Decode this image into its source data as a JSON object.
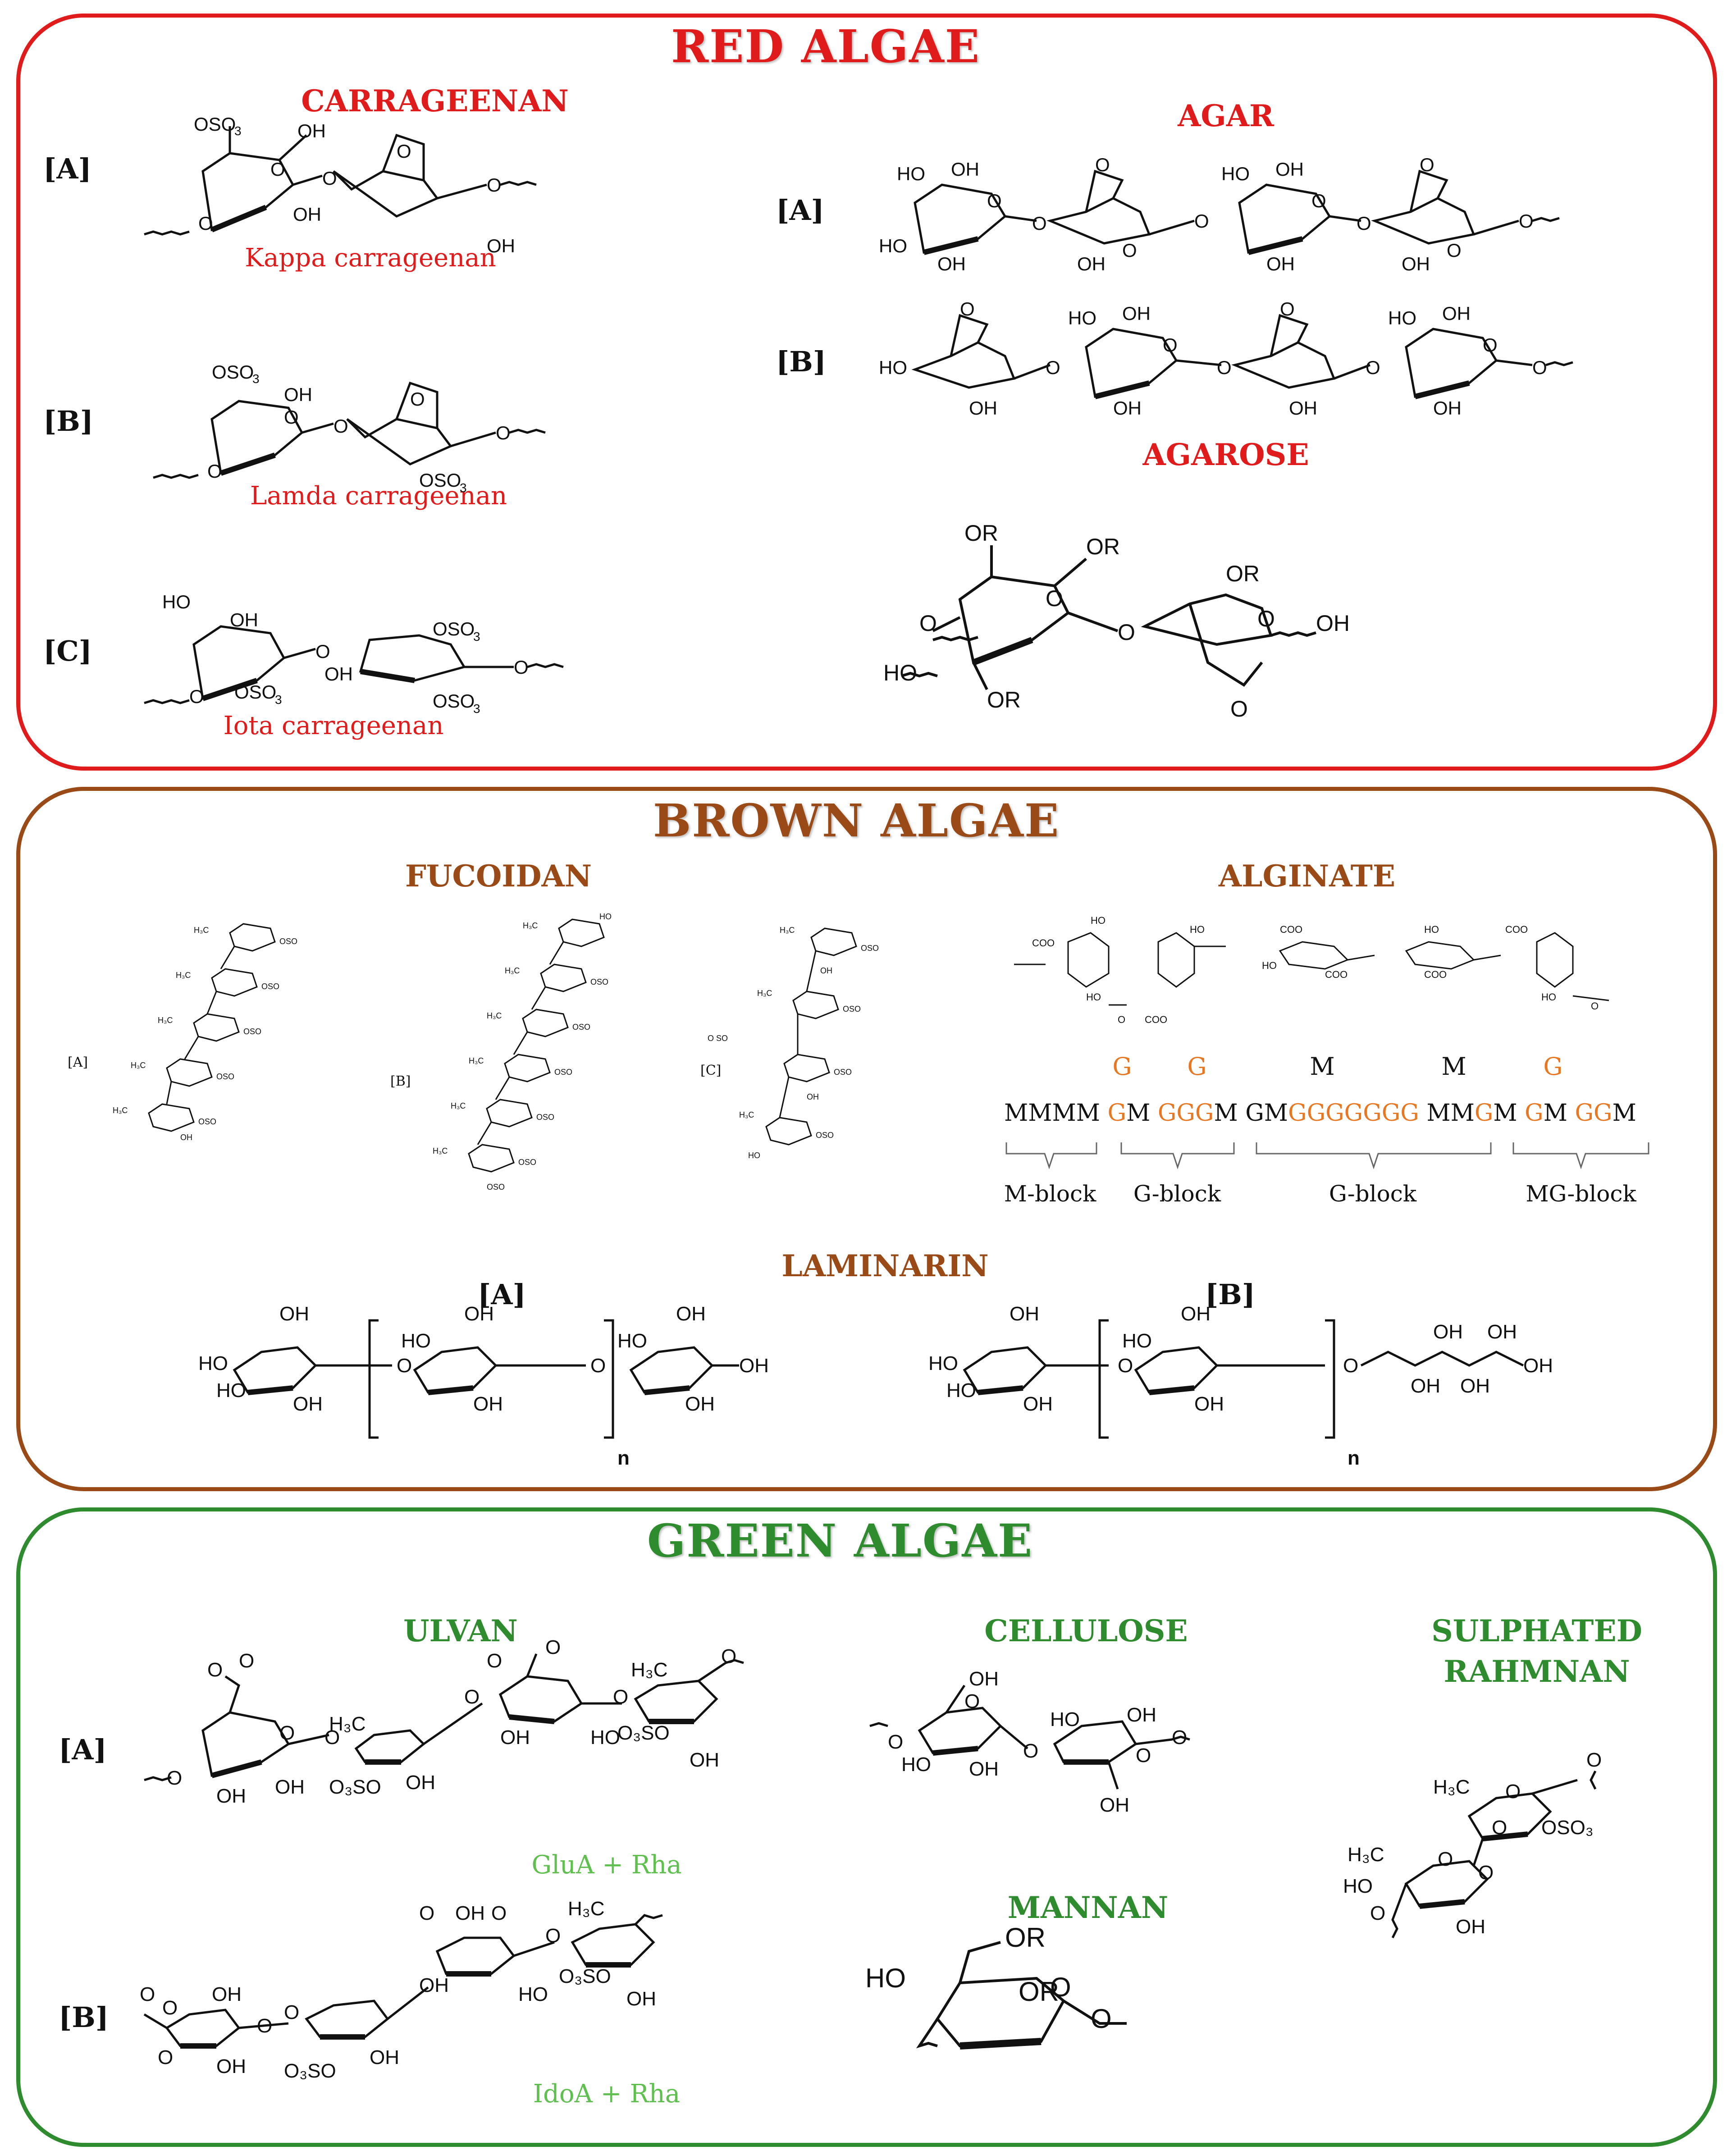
{
  "red": {
    "title": "RED ALGAE",
    "carrageenan": {
      "title": "CARRAGEENAN",
      "tags": [
        "[A]",
        "[B]",
        "[C]"
      ],
      "names": [
        "Kappa carrageenan",
        "Lamda carrageenan",
        "Iota carrageenan"
      ]
    },
    "agar": {
      "title": "AGAR",
      "tags": [
        "[A]",
        "[B]"
      ]
    },
    "agarose": {
      "title": "AGAROSE"
    }
  },
  "brown": {
    "title": "BROWN ALGAE",
    "fucoidan": {
      "title": "FUCOIDAN",
      "tags": [
        "[A]",
        "[B]",
        "[C]"
      ]
    },
    "alginate": {
      "title": "ALGINATE",
      "units": [
        "G",
        "G",
        "M",
        "M",
        "G"
      ],
      "sequence": [
        {
          "t": "MMMM ",
          "c": "black"
        },
        {
          "t": "G",
          "c": "orange"
        },
        {
          "t": "M ",
          "c": "black"
        },
        {
          "t": "GGG",
          "c": "orange"
        },
        {
          "t": "M GM",
          "c": "black"
        },
        {
          "t": "GGGGGGG",
          "c": "orange"
        },
        {
          "t": " MM",
          "c": "black"
        },
        {
          "t": "G",
          "c": "orange"
        },
        {
          "t": "M ",
          "c": "black"
        },
        {
          "t": "G",
          "c": "orange"
        },
        {
          "t": "M ",
          "c": "black"
        },
        {
          "t": "GG",
          "c": "orange"
        },
        {
          "t": "M",
          "c": "black"
        }
      ],
      "blocks": [
        "M-block",
        "G-block",
        "G-block",
        "MG-block"
      ]
    },
    "laminarin": {
      "title": "LAMINARIN",
      "tags": [
        "[A]",
        "[B]"
      ],
      "repeat": "n"
    }
  },
  "green": {
    "title": "GREEN ALGAE",
    "ulvan": {
      "title": "ULVAN",
      "tags": [
        "[A]",
        "[B]"
      ],
      "names": [
        "GluA + Rha",
        "IdoA + Rha"
      ]
    },
    "cellulose": {
      "title": "CELLULOSE"
    },
    "mannan": {
      "title": "MANNAN"
    },
    "rhamnan": {
      "title_line1": "SULPHATED",
      "title_line2": "RAHMNAN"
    }
  },
  "colors": {
    "red": "#e01b1b",
    "brown": "#9a4a16",
    "green": "#2e8b2e",
    "light_green": "#5fbf4f",
    "orange": "#e87722"
  }
}
